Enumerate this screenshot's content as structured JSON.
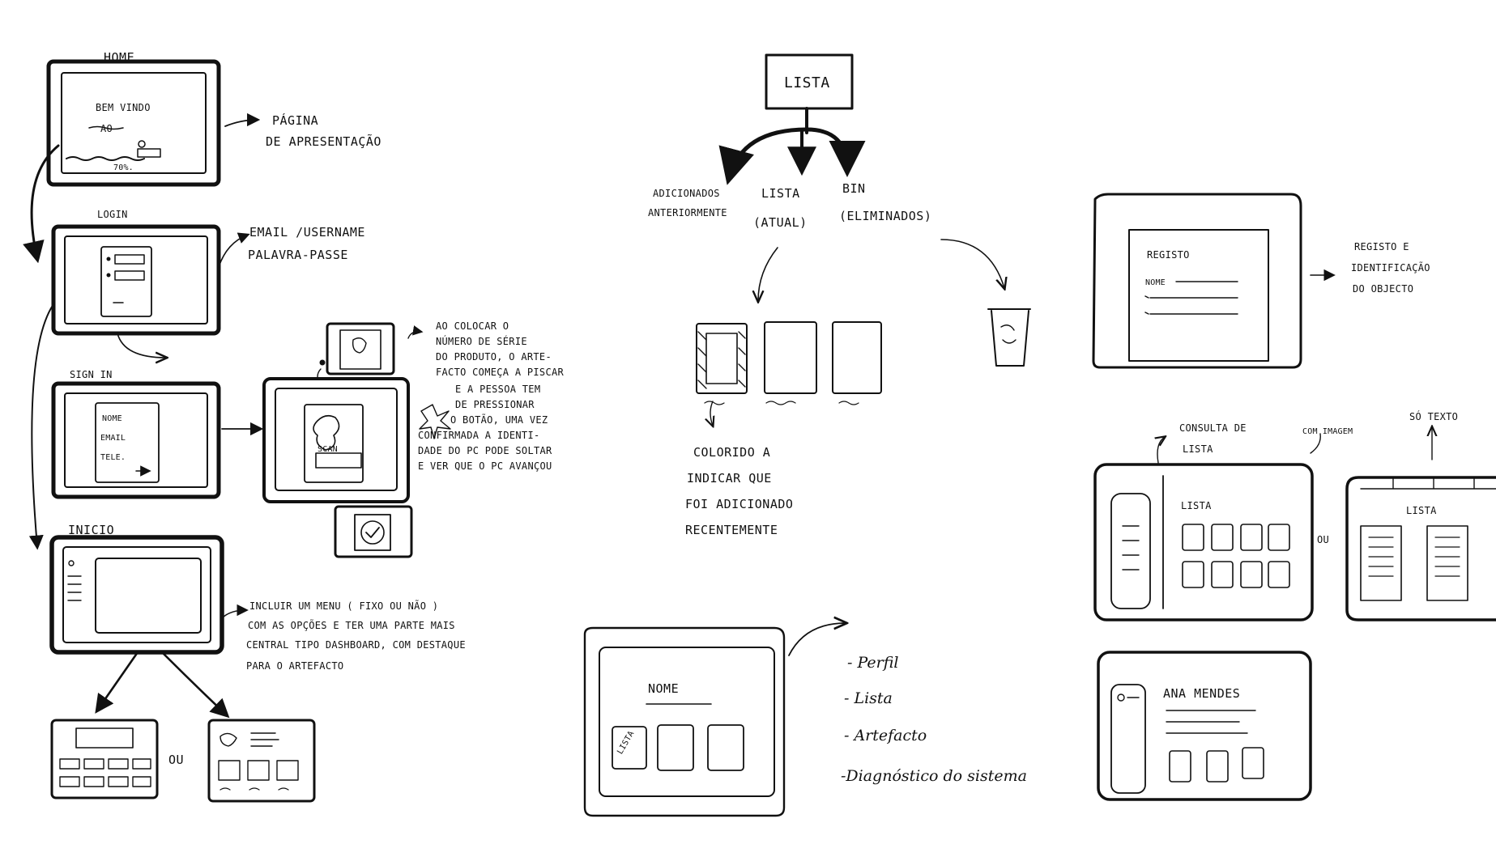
{
  "left_flow": {
    "home": {
      "title": "HOME",
      "screen_line1": "BEM VINDO",
      "screen_line2": "AO",
      "screen_progress": "70%.",
      "note_line1": "PÁGINA",
      "note_line2": "DE APRESENTAÇÃO"
    },
    "login": {
      "title": "LOGIN",
      "note_line1": "EMAIL /USERNAME",
      "note_line2": "PALAVRA-PASSE"
    },
    "sign_in": {
      "title": "SIGN IN",
      "field_name": "NOME",
      "field_email": "EMAIL",
      "field_phone": "TELE."
    },
    "scan": {
      "button_label": "SCAN",
      "note_lines": [
        "AO COLOCAR O",
        "NÚMERO DE SÉRIE",
        "DO PRODUTO, O ARTE-",
        "FACTO COMEÇA A PISCAR",
        "E A PESSOA TEM",
        "DE PRESSIONAR",
        "O BOTÃO, UMA VEZ",
        "CONFIRMADA A IDENTI-",
        "DADE DO PC PODE SOLTAR",
        "E VER QUE O PC AVANÇOU"
      ]
    },
    "inicio": {
      "title": "INICIO",
      "note_lines": [
        "INCLUIR UM MENU ( FIXO OU NÃO )",
        "COM AS OPÇÕES E TER UMA PARTE MAIS",
        "CENTRAL TIPO DASHBOARD, COM DESTAQUE",
        "PARA O ARTEFACTO"
      ]
    },
    "or_label": "OU"
  },
  "center": {
    "lista_box": "LISTA",
    "branches": {
      "left_line1": "ADICIONADOS",
      "left_line2": "ANTERIORMENTE",
      "mid_line1": "LISTA",
      "mid_line2": "(ATUAL)",
      "right_line1": "BIN",
      "right_line2": "(ELIMINADOS)"
    },
    "colored_note": [
      "COLORIDO A",
      "INDICAR QUE",
      "FOI ADICIONADO",
      "RECENTEMENTE"
    ],
    "profile": {
      "name_label": "NOME",
      "card_label": "LISTA",
      "menu": [
        "- Perfil",
        "- Lista",
        "- Artefacto",
        "-Diagnóstico do sistema"
      ]
    }
  },
  "right": {
    "registo": {
      "title": "REGISTO",
      "field_name": "NOME",
      "note_line1": "REGISTO E",
      "note_line2": "IDENTIFICAÇÃO",
      "note_line3": "DO OBJECTO"
    },
    "consulta_line1": "CONSULTA DE",
    "consulta_line2": "LISTA",
    "with_image": "COM IMAGEM",
    "text_only": "SÓ TEXTO",
    "lista_title_a": "LISTA",
    "lista_title_b": "LISTA",
    "or_label": "OU",
    "profile_name": "ANA MENDES"
  }
}
